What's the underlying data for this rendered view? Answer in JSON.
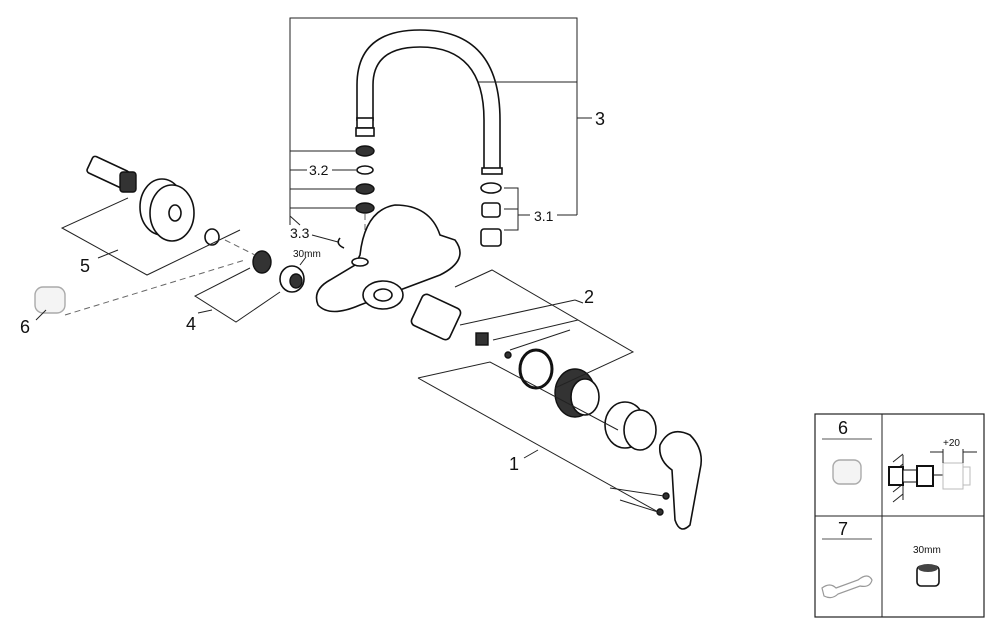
{
  "callouts": {
    "c1": "1",
    "c2": "2",
    "c3": "3",
    "c3_1": "3.1",
    "c3_2": "3.2",
    "c3_3": "3.3",
    "c4": "4",
    "c5": "5",
    "c6": "6",
    "nut_size": "30mm"
  },
  "legend": {
    "item6_number": "6",
    "item6_extension": "+20",
    "item7_number": "7",
    "item7_nut_size": "30mm"
  }
}
